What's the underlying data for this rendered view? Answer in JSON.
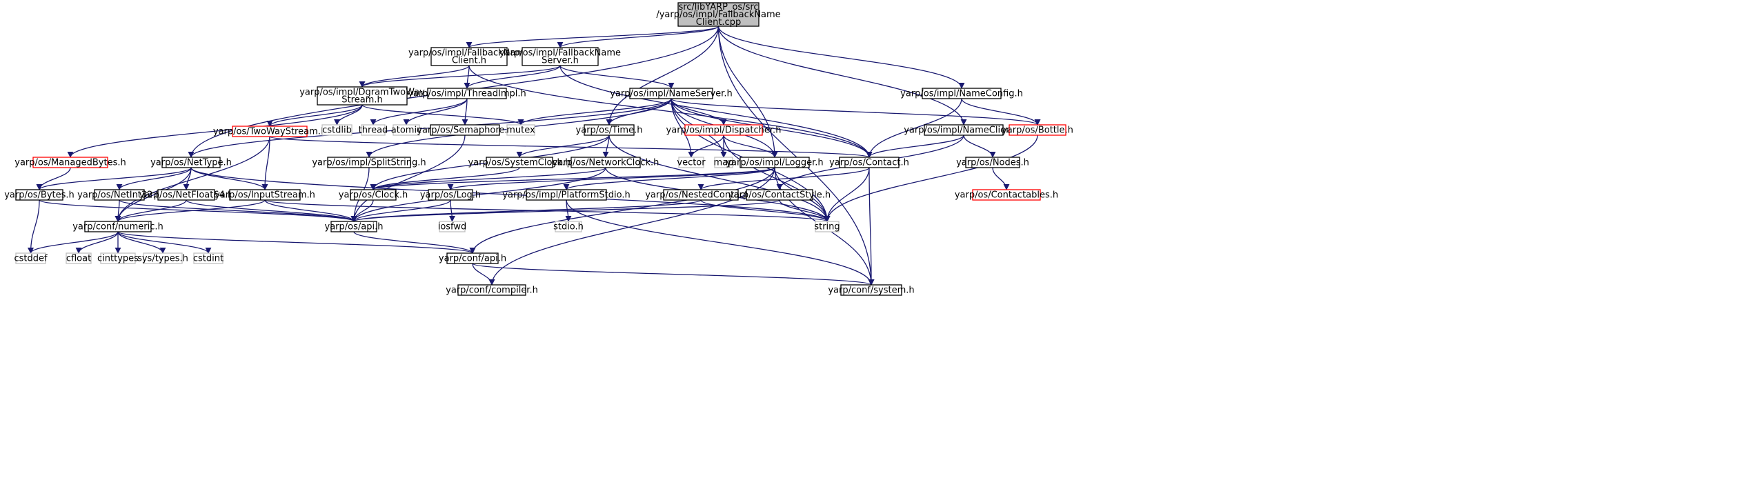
{
  "graph": {
    "colors": {
      "edge": "#191970",
      "focus_fill": "#bfbfbf",
      "normal_border": "#000000",
      "truncated_border": "#ff0000",
      "system_border": "#bfbfbf",
      "system_text": "#808080"
    },
    "nodes": [
      {
        "id": "root",
        "lines": [
          "src/libYARP_os/src",
          "/yarp/os/impl/FallbackName",
          "Client.cpp"
        ],
        "kind": "focus"
      },
      {
        "id": "fbclient_h",
        "lines": [
          "yarp/os/impl/FallbackName",
          "Client.h"
        ],
        "kind": "normal"
      },
      {
        "id": "fbserver_h",
        "lines": [
          "yarp/os/impl/FallbackName",
          "Server.h"
        ],
        "kind": "normal"
      },
      {
        "id": "dgram",
        "lines": [
          "yarp/os/impl/DgramTwoWay",
          "Stream.h"
        ],
        "kind": "normal"
      },
      {
        "id": "threadimpl",
        "lines": [
          "yarp/os/impl/ThreadImpl.h"
        ],
        "kind": "normal"
      },
      {
        "id": "nameserver",
        "lines": [
          "yarp/os/impl/NameServer.h"
        ],
        "kind": "normal"
      },
      {
        "id": "nameconfig",
        "lines": [
          "yarp/os/impl/NameConfig.h"
        ],
        "kind": "normal"
      },
      {
        "id": "twowaystream",
        "lines": [
          "yarp/os/TwoWayStream.h"
        ],
        "kind": "truncated"
      },
      {
        "id": "cstdlib",
        "lines": [
          "cstdlib"
        ],
        "kind": "system"
      },
      {
        "id": "thread",
        "lines": [
          "thread"
        ],
        "kind": "system"
      },
      {
        "id": "atomic",
        "lines": [
          "atomic"
        ],
        "kind": "system"
      },
      {
        "id": "semaphore",
        "lines": [
          "yarp/os/Semaphore.h"
        ],
        "kind": "normal"
      },
      {
        "id": "mutex",
        "lines": [
          "mutex"
        ],
        "kind": "system"
      },
      {
        "id": "time",
        "lines": [
          "yarp/os/Time.h"
        ],
        "kind": "normal"
      },
      {
        "id": "dispatcher",
        "lines": [
          "yarp/os/impl/Dispatcher.h"
        ],
        "kind": "truncated"
      },
      {
        "id": "nameclient",
        "lines": [
          "yarp/os/impl/NameClient.h"
        ],
        "kind": "normal"
      },
      {
        "id": "bottle",
        "lines": [
          "yarp/os/Bottle.h"
        ],
        "kind": "truncated"
      },
      {
        "id": "managedbytes",
        "lines": [
          "yarp/os/ManagedBytes.h"
        ],
        "kind": "truncated"
      },
      {
        "id": "nettype",
        "lines": [
          "yarp/os/NetType.h"
        ],
        "kind": "normal"
      },
      {
        "id": "splitstring",
        "lines": [
          "yarp/os/impl/SplitString.h"
        ],
        "kind": "normal"
      },
      {
        "id": "systemclock",
        "lines": [
          "yarp/os/SystemClock.h"
        ],
        "kind": "normal"
      },
      {
        "id": "networkclock",
        "lines": [
          "yarp/os/NetworkClock.h"
        ],
        "kind": "normal"
      },
      {
        "id": "vector",
        "lines": [
          "vector"
        ],
        "kind": "system"
      },
      {
        "id": "map",
        "lines": [
          "map"
        ],
        "kind": "system"
      },
      {
        "id": "logger",
        "lines": [
          "yarp/os/impl/Logger.h"
        ],
        "kind": "normal"
      },
      {
        "id": "contact",
        "lines": [
          "yarp/os/Contact.h"
        ],
        "kind": "normal"
      },
      {
        "id": "nodes",
        "lines": [
          "yarp/os/Nodes.h"
        ],
        "kind": "normal"
      },
      {
        "id": "bytes",
        "lines": [
          "yarp/os/Bytes.h"
        ],
        "kind": "normal"
      },
      {
        "id": "netint32",
        "lines": [
          "yarp/os/NetInt32.h"
        ],
        "kind": "normal"
      },
      {
        "id": "netfloat64",
        "lines": [
          "yarp/os/NetFloat64.h"
        ],
        "kind": "normal"
      },
      {
        "id": "inputstream",
        "lines": [
          "yarp/os/InputStream.h"
        ],
        "kind": "normal"
      },
      {
        "id": "clock",
        "lines": [
          "yarp/os/Clock.h"
        ],
        "kind": "normal"
      },
      {
        "id": "log",
        "lines": [
          "yarp/os/Log.h"
        ],
        "kind": "normal"
      },
      {
        "id": "platformstdio",
        "lines": [
          "yarp/os/impl/PlatformStdio.h"
        ],
        "kind": "normal"
      },
      {
        "id": "nestedcontact",
        "lines": [
          "yarp/os/NestedContact.h"
        ],
        "kind": "normal"
      },
      {
        "id": "contactstyle",
        "lines": [
          "yarp/os/ContactStyle.h"
        ],
        "kind": "normal"
      },
      {
        "id": "contactables",
        "lines": [
          "yarp/os/Contactables.h"
        ],
        "kind": "truncated"
      },
      {
        "id": "string",
        "lines": [
          "string"
        ],
        "kind": "system"
      },
      {
        "id": "numeric",
        "lines": [
          "yarp/conf/numeric.h"
        ],
        "kind": "normal"
      },
      {
        "id": "osapi",
        "lines": [
          "yarp/os/api.h"
        ],
        "kind": "normal"
      },
      {
        "id": "iosfwd",
        "lines": [
          "iosfwd"
        ],
        "kind": "system"
      },
      {
        "id": "stdio",
        "lines": [
          "stdio.h"
        ],
        "kind": "system"
      },
      {
        "id": "cstddef",
        "lines": [
          "cstddef"
        ],
        "kind": "system"
      },
      {
        "id": "cfloat",
        "lines": [
          "cfloat"
        ],
        "kind": "system"
      },
      {
        "id": "cinttypes",
        "lines": [
          "cinttypes"
        ],
        "kind": "system"
      },
      {
        "id": "systypes",
        "lines": [
          "sys/types.h"
        ],
        "kind": "system"
      },
      {
        "id": "cstdint",
        "lines": [
          "cstdint"
        ],
        "kind": "system"
      },
      {
        "id": "confapi",
        "lines": [
          "yarp/conf/api.h"
        ],
        "kind": "normal"
      },
      {
        "id": "compiler",
        "lines": [
          "yarp/conf/compiler.h"
        ],
        "kind": "normal"
      },
      {
        "id": "system",
        "lines": [
          "yarp/conf/system.h"
        ],
        "kind": "normal"
      }
    ],
    "edges": [
      [
        "root",
        "fbclient_h"
      ],
      [
        "root",
        "fbserver_h"
      ],
      [
        "root",
        "nettype"
      ],
      [
        "root",
        "time"
      ],
      [
        "root",
        "logger"
      ],
      [
        "root",
        "nameconfig"
      ],
      [
        "root",
        "nameclient"
      ],
      [
        "root",
        "system"
      ],
      [
        "fbclient_h",
        "dgram"
      ],
      [
        "fbclient_h",
        "threadimpl"
      ],
      [
        "fbclient_h",
        "contact"
      ],
      [
        "fbserver_h",
        "dgram"
      ],
      [
        "fbserver_h",
        "threadimpl"
      ],
      [
        "fbserver_h",
        "nameserver"
      ],
      [
        "fbserver_h",
        "contact"
      ],
      [
        "dgram",
        "twowaystream"
      ],
      [
        "dgram",
        "cstdlib"
      ],
      [
        "dgram",
        "managedbytes"
      ],
      [
        "dgram",
        "mutex"
      ],
      [
        "threadimpl",
        "thread"
      ],
      [
        "threadimpl",
        "atomic"
      ],
      [
        "threadimpl",
        "semaphore"
      ],
      [
        "nameserver",
        "mutex"
      ],
      [
        "nameserver",
        "time"
      ],
      [
        "nameserver",
        "dispatcher"
      ],
      [
        "nameserver",
        "bottle"
      ],
      [
        "nameserver",
        "contact"
      ],
      [
        "nameserver",
        "logger"
      ],
      [
        "nameserver",
        "nettype"
      ],
      [
        "nameserver",
        "splitstring"
      ],
      [
        "nameserver",
        "vector"
      ],
      [
        "nameserver",
        "map"
      ],
      [
        "nameserver",
        "string"
      ],
      [
        "nameconfig",
        "contact"
      ],
      [
        "nameconfig",
        "bottle"
      ],
      [
        "twowaystream",
        "inputstream"
      ],
      [
        "twowaystream",
        "contact"
      ],
      [
        "twowaystream",
        "numeric"
      ],
      [
        "semaphore",
        "osapi"
      ],
      [
        "time",
        "systemclock"
      ],
      [
        "time",
        "networkclock"
      ],
      [
        "time",
        "clock"
      ],
      [
        "time",
        "string"
      ],
      [
        "dispatcher",
        "vector"
      ],
      [
        "dispatcher",
        "map"
      ],
      [
        "dispatcher",
        "logger"
      ],
      [
        "dispatcher",
        "string"
      ],
      [
        "nameclient",
        "contact"
      ],
      [
        "nameclient",
        "nodes"
      ],
      [
        "nameclient",
        "contactstyle"
      ],
      [
        "bottle",
        "string"
      ],
      [
        "managedbytes",
        "bytes"
      ],
      [
        "nettype",
        "bytes"
      ],
      [
        "nettype",
        "netint32"
      ],
      [
        "nettype",
        "netfloat64"
      ],
      [
        "nettype",
        "inputstream"
      ],
      [
        "nettype",
        "numeric"
      ],
      [
        "nettype",
        "string"
      ],
      [
        "splitstring",
        "osapi"
      ],
      [
        "systemclock",
        "clock"
      ],
      [
        "networkclock",
        "clock"
      ],
      [
        "networkclock",
        "osapi"
      ],
      [
        "networkclock",
        "string"
      ],
      [
        "logger",
        "log"
      ],
      [
        "logger",
        "platformstdio"
      ],
      [
        "logger",
        "string"
      ],
      [
        "logger",
        "confapi"
      ],
      [
        "logger",
        "system"
      ],
      [
        "logger",
        "compiler"
      ],
      [
        "logger",
        "clock"
      ],
      [
        "contact",
        "nestedcontact"
      ],
      [
        "contact",
        "string"
      ],
      [
        "contact",
        "system"
      ],
      [
        "nodes",
        "contactables"
      ],
      [
        "bytes",
        "osapi"
      ],
      [
        "bytes",
        "cstddef"
      ],
      [
        "netint32",
        "numeric"
      ],
      [
        "netint32",
        "osapi"
      ],
      [
        "netfloat64",
        "numeric"
      ],
      [
        "netfloat64",
        "osapi"
      ],
      [
        "inputstream",
        "osapi"
      ],
      [
        "inputstream",
        "numeric"
      ],
      [
        "inputstream",
        "string"
      ],
      [
        "clock",
        "osapi"
      ],
      [
        "log",
        "osapi"
      ],
      [
        "log",
        "iosfwd"
      ],
      [
        "platformstdio",
        "stdio"
      ],
      [
        "platformstdio",
        "system"
      ],
      [
        "nestedcontact",
        "osapi"
      ],
      [
        "nestedcontact",
        "string"
      ],
      [
        "contactstyle",
        "osapi"
      ],
      [
        "contactstyle",
        "string"
      ],
      [
        "numeric",
        "cstddef"
      ],
      [
        "numeric",
        "cfloat"
      ],
      [
        "numeric",
        "cinttypes"
      ],
      [
        "numeric",
        "systypes"
      ],
      [
        "numeric",
        "cstdint"
      ],
      [
        "numeric",
        "confapi"
      ],
      [
        "osapi",
        "confapi"
      ],
      [
        "confapi",
        "compiler"
      ],
      [
        "confapi",
        "system"
      ]
    ]
  }
}
